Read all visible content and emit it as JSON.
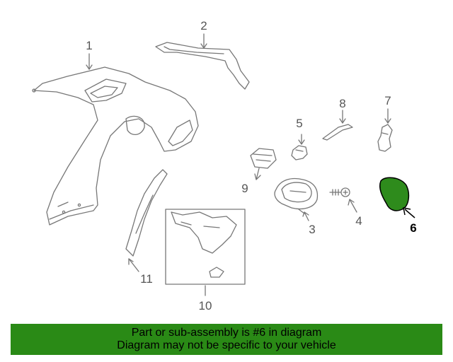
{
  "diagram": {
    "callouts": [
      {
        "id": "1",
        "label": "1"
      },
      {
        "id": "2",
        "label": "2"
      },
      {
        "id": "3",
        "label": "3"
      },
      {
        "id": "4",
        "label": "4"
      },
      {
        "id": "5",
        "label": "5"
      },
      {
        "id": "6",
        "label": "6"
      },
      {
        "id": "7",
        "label": "7"
      },
      {
        "id": "8",
        "label": "8"
      },
      {
        "id": "9",
        "label": "9"
      },
      {
        "id": "10",
        "label": "10"
      },
      {
        "id": "11",
        "label": "11"
      }
    ],
    "highlighted_part": "6",
    "colors": {
      "line": "#777777",
      "highlight_fill": "#2e8b1c",
      "highlight_stroke": "#000000",
      "banner": "#2a8a16"
    }
  },
  "banner": {
    "line1": "Part or sub-assembly is #6 in diagram",
    "line2": "Diagram may not be specific to your vehicle"
  }
}
